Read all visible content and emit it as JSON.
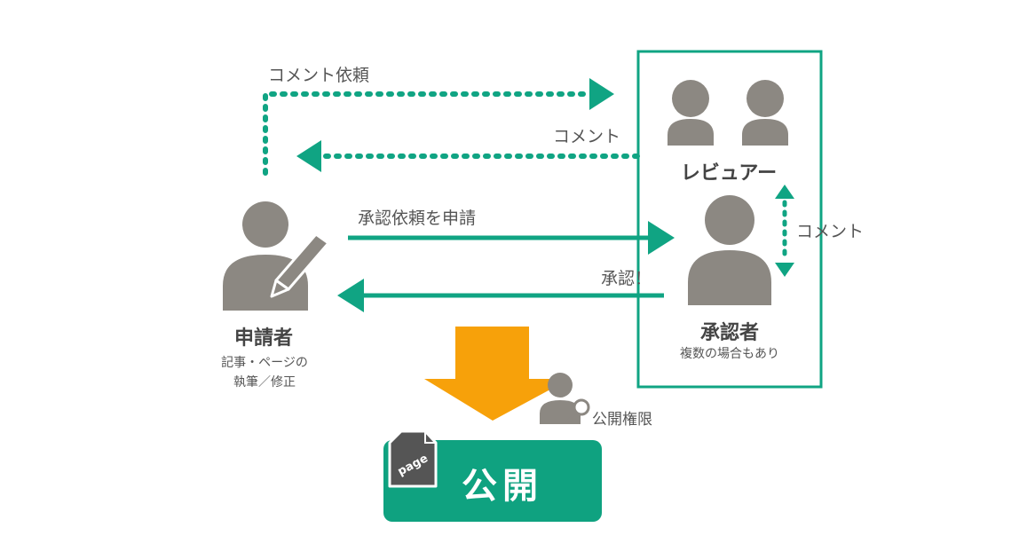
{
  "flow": {
    "comment_request": "コメント依頼",
    "comment_reply": "コメント",
    "approval_request": "承認依頼を申請",
    "approved": "承認！",
    "reviewer_approver_comment": "コメント"
  },
  "applicant": {
    "title": "申請者",
    "desc_line1": "記事・ページの",
    "desc_line2": "執筆／修正"
  },
  "reviewer": {
    "title": "レビュアー"
  },
  "approver": {
    "title": "承認者",
    "desc": "複数の場合もあり"
  },
  "publish": {
    "permission_label": "公開権限",
    "button_label": "公開",
    "page_badge": "page"
  },
  "colors": {
    "teal": "#10a483",
    "orange": "#f7a10a",
    "gray": "#8c8882",
    "publish_box": "#0fa280"
  }
}
